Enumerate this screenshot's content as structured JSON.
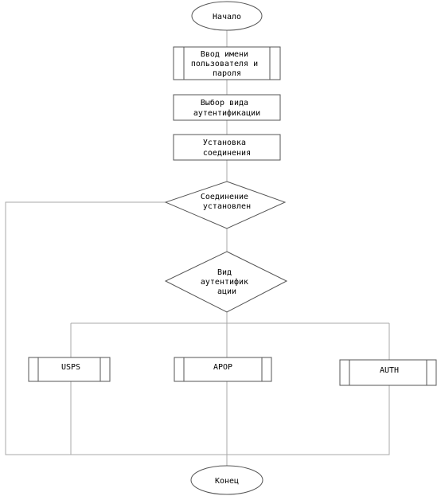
{
  "diagram": {
    "start": "Начало",
    "input_step": [
      "Ввод имени",
      "пользователя и",
      "пароля"
    ],
    "select_step": [
      "Выбор вида",
      "аутентификации"
    ],
    "connect_step": [
      "Установка",
      "соединения"
    ],
    "connection_decision": [
      "Соединение",
      "установлен"
    ],
    "auth_decision": [
      "Вид",
      "аутентифик",
      "ации"
    ],
    "usps_process": "USPS",
    "apop_process": "APOP",
    "auth_process": "AUTH",
    "end": "Конец"
  },
  "colors": {
    "shape_stroke": "#555555",
    "connector": "#a8a8a8",
    "background": "#ffffff",
    "text": "#000000"
  }
}
